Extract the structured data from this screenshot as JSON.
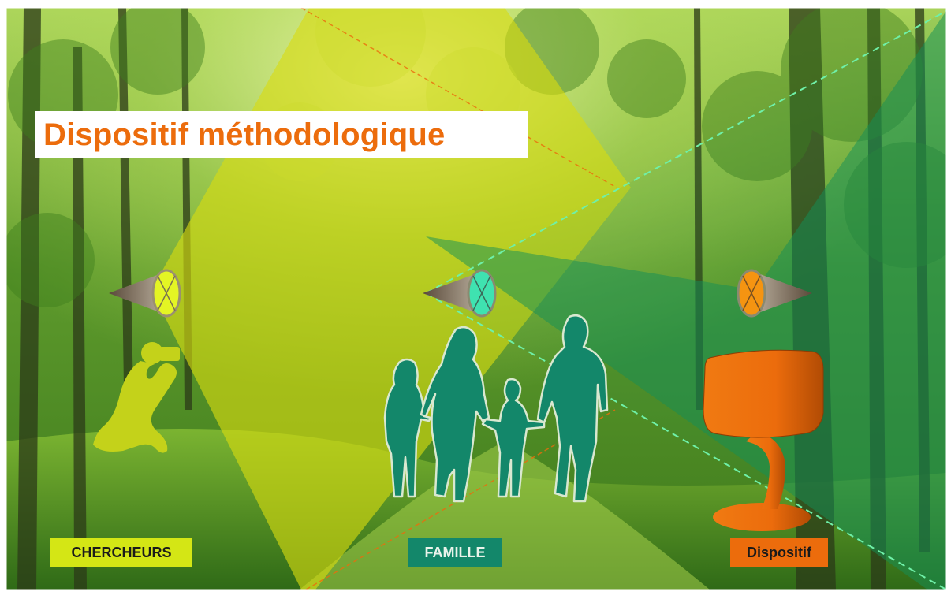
{
  "slide": {
    "title": "Dispositif méthodologique",
    "labels": {
      "researchers": "CHERCHEURS",
      "family": "FAMILLE",
      "device": "Dispositif"
    }
  },
  "colors": {
    "title": "#ec6c0c",
    "researchers": "#d4e615",
    "family": "#13876a",
    "device": "#ec6c0c",
    "yellow_beam": "#d8dc10",
    "green_beam": "#139058",
    "forest_dark": "#1f4d12",
    "forest_light": "#8fc43a"
  },
  "icons": [
    "camera-lens-icon",
    "photographer-silhouette-icon",
    "family-silhouette-icon",
    "tulip-chair-icon"
  ]
}
